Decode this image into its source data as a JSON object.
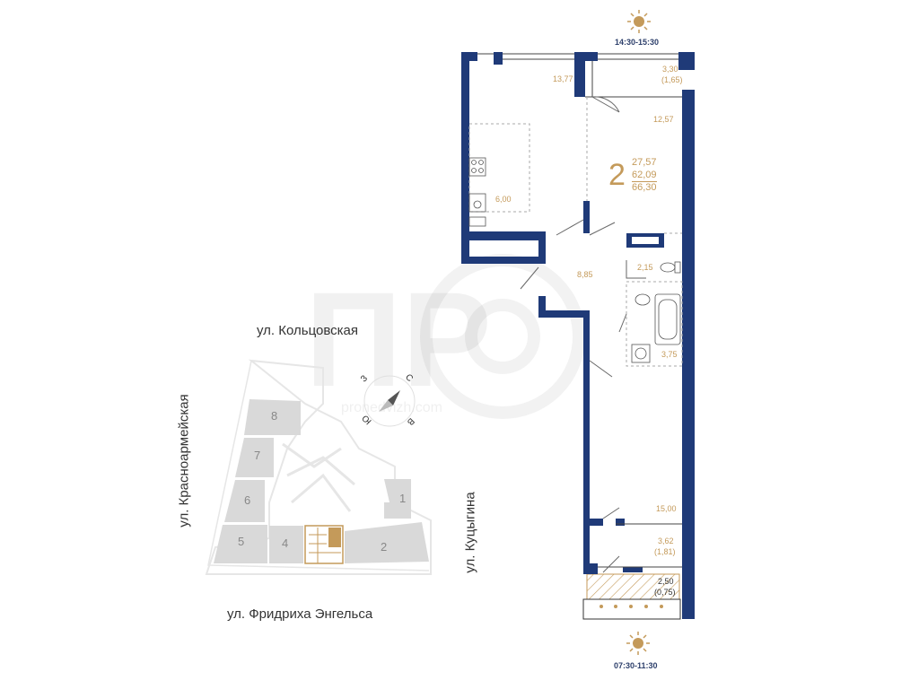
{
  "sun": {
    "top_label": "14:30-15:30",
    "bottom_label": "07:30-11:30",
    "icon": "sun-icon"
  },
  "apartment": {
    "rooms_count": "2",
    "living_area": "27,57",
    "total_area": "62,09",
    "total_area_with_balcony": "66,30"
  },
  "rooms": {
    "room1": "13,77",
    "loggia_top": "3,30",
    "loggia_top_coef": "(1,65)",
    "room2": "12,57",
    "kitchen": "6,00",
    "hall": "8,85",
    "wc": "2,15",
    "bath": "3,75",
    "room3": "15,00",
    "loggia_bottom": "3,62",
    "loggia_bottom_coef": "(1,81)",
    "balcony": "2,50",
    "balcony_coef": "(0,75)"
  },
  "site_plan": {
    "streets": {
      "north": "ул. Кольцовская",
      "west": "ул. Красноармейская",
      "east": "ул. Куцыгина",
      "south": "ул. Фридриха Энгельса"
    },
    "compass": {
      "west": "З",
      "north": "С",
      "south": "Ю",
      "east": "В"
    },
    "buildings": [
      "8",
      "7",
      "6",
      "5",
      "4",
      "1",
      "2"
    ]
  },
  "watermark": {
    "text": "pronedvizh.com"
  },
  "colors": {
    "wall": "#1f3a78",
    "accent": "#c49a5a",
    "building_fill": "#d6d6d6",
    "highlight": "#c49a5a"
  }
}
